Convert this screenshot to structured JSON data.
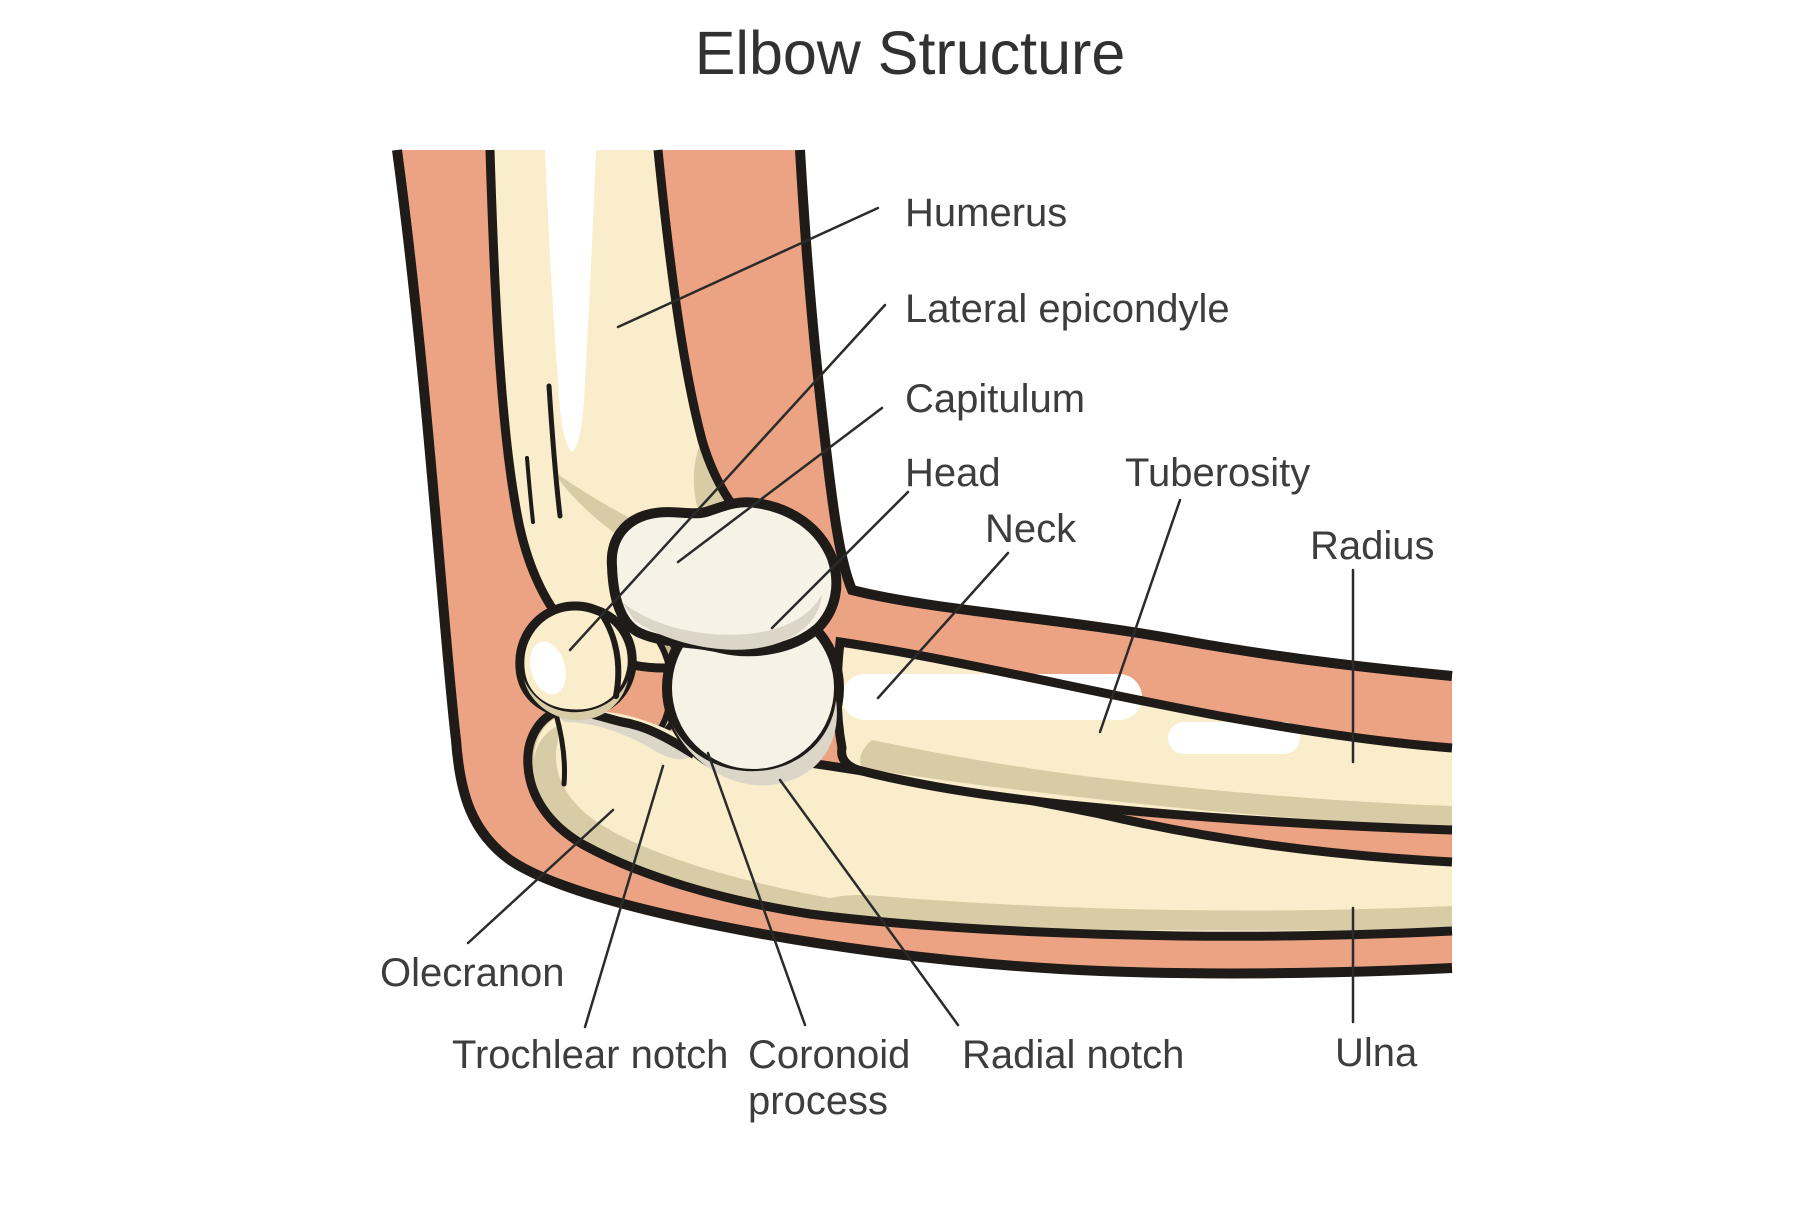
{
  "title": "Elbow Structure",
  "diagram": {
    "description": "Medical diagram of elbow joint structure, lateral view, with skin cross-section and bones",
    "labels": [
      {
        "id": "humerus",
        "text": "Humerus"
      },
      {
        "id": "lateral-epicondyle",
        "text": "Lateral epicondyle"
      },
      {
        "id": "capitulum",
        "text": "Capitulum"
      },
      {
        "id": "head",
        "text": "Head"
      },
      {
        "id": "neck",
        "text": "Neck"
      },
      {
        "id": "tuberosity",
        "text": "Tuberosity"
      },
      {
        "id": "radius",
        "text": "Radius"
      },
      {
        "id": "olecranon",
        "text": "Olecranon"
      },
      {
        "id": "trochlear-notch",
        "text": "Trochlear notch"
      },
      {
        "id": "coronoid-process",
        "text": "Coronoid process"
      },
      {
        "id": "radial-notch",
        "text": "Radial notch"
      },
      {
        "id": "ulna",
        "text": "Ulna"
      }
    ],
    "colors": {
      "skin": "#ECA384",
      "bone_cream": "#FAEDCB",
      "bone_tan_shadow": "#D8CCA6",
      "bone_dark_tan": "#BFB48D",
      "bone_white": "#F6F2E5",
      "bone_gray_shadow": "#DBD6C8",
      "outline": "#1E1B18",
      "leader_line": "#2B2B2B",
      "label_text": "#3D3D3D",
      "background": "#FFFFFF"
    }
  }
}
